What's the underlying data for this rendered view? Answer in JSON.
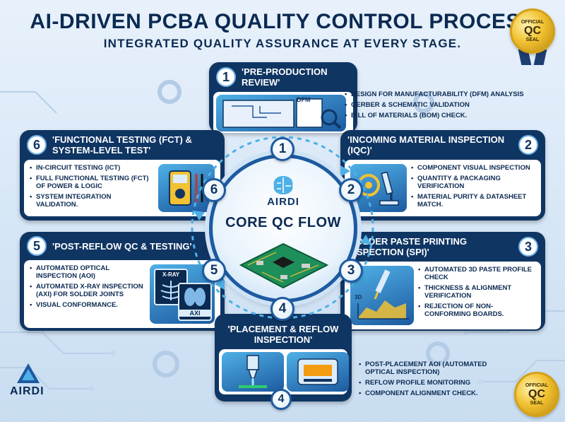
{
  "header": {
    "title": "AI-DRIVEN PCBA QUALITY CONTROL PROCESS",
    "subtitle": "INTEGRATED QUALITY ASSURANCE AT EVERY STAGE."
  },
  "seal_top": {
    "line1": "OFFICIAL",
    "line2": "QC",
    "line3": "SEAL"
  },
  "seal_bottom": {
    "line1": "OFFICIAL",
    "line2": "QC",
    "line3": "SEAL"
  },
  "core": {
    "brand": "AIRDI",
    "title": "CORE QC FLOW"
  },
  "footer": {
    "brand": "AIRDI"
  },
  "steps": [
    {
      "number": "1",
      "title": "'PRE-PRODUCTION REVIEW'",
      "items": [
        "DESIGN FOR MANUFACTURABILITY (DFM) ANALYSIS",
        "GERBER & SCHEMATIC VALIDATION",
        "BILL OF MATERIALS (BOM) CHECK."
      ],
      "illustration_label": "DFM"
    },
    {
      "number": "2",
      "title": "'INCOMING MATERIAL INSPECTION (IQC)'",
      "items": [
        "COMPONENT VISUAL INSPECTION",
        "QUANTITY & PACKAGING VERIFICATION",
        "MATERIAL PURITY & DATASHEET MATCH."
      ]
    },
    {
      "number": "3",
      "title": "'SOLDER PASTE PRINTING INSPECTION (SPI)'",
      "items": [
        "AUTOMATED 3D PASTE PROFILE CHECK",
        "THICKNESS & ALIGNMENT VERIFICATION",
        "REJECTION OF NON-CONFORMING BOARDS."
      ],
      "illustration_label": "3D"
    },
    {
      "number": "4",
      "title": "'PLACEMENT & REFLOW INSPECTION'",
      "items": [
        "POST-PLACEMENT AOI (AUTOMATED OPTICAL INSPECTION)",
        "REFLOW PROFILE MONITORING",
        "COMPONENT ALIGNMENT CHECK."
      ]
    },
    {
      "number": "5",
      "title": "'POST-REFLOW QC & TESTING'",
      "items": [
        "AUTOMATED OPTICAL INSPECTION (AOI)",
        "AUTOMATED X-RAY INSPECTION (AXI) FOR SOLDER JOINTS",
        "VISUAL CONFORMANCE."
      ],
      "illustration_labels": [
        "X-RAY",
        "AXI"
      ]
    },
    {
      "number": "6",
      "title": "'FUNCTIONAL TESTING (FCT) & SYSTEM-LEVEL TEST'",
      "items": [
        "IN-CIRCUIT TESTING (ICT)",
        "FULL FUNCTIONAL TESTING (FCT) OF POWER & LOGIC",
        "SYSTEM INTEGRATION VALIDATION."
      ]
    }
  ],
  "colors": {
    "navy": "#0f3563",
    "accent_blue": "#1d5aa0",
    "light_blue": "#4fb0e6",
    "gold": "#f1c232"
  }
}
